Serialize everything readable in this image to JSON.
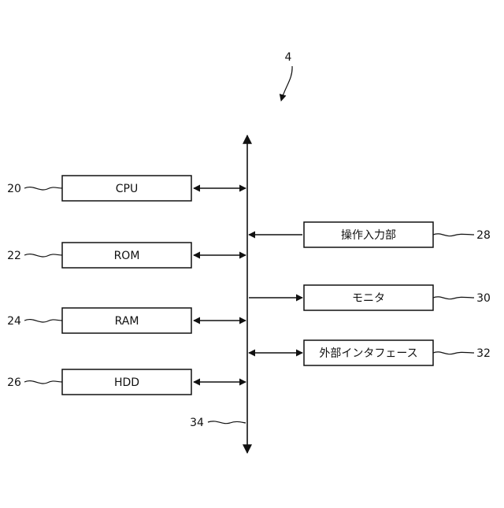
{
  "figure_ref": "4",
  "bus_ref": "34",
  "left_blocks": [
    {
      "label": "CPU",
      "ref": "20",
      "connection": "bidirectional"
    },
    {
      "label": "ROM",
      "ref": "22",
      "connection": "bidirectional"
    },
    {
      "label": "RAM",
      "ref": "24",
      "connection": "bidirectional"
    },
    {
      "label": "HDD",
      "ref": "26",
      "connection": "bidirectional"
    }
  ],
  "right_blocks": [
    {
      "label": "操作入力部",
      "ref": "28",
      "connection": "to-bus"
    },
    {
      "label": "モニタ",
      "ref": "30",
      "connection": "from-bus"
    },
    {
      "label": "外部インタフェース",
      "ref": "32",
      "connection": "bidirectional"
    }
  ]
}
